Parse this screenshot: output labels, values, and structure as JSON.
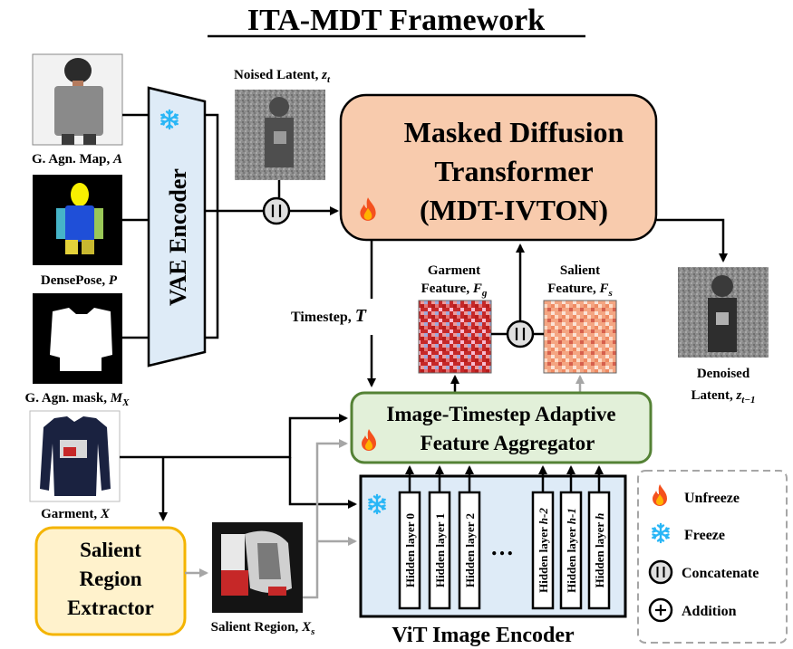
{
  "title": "ITA-MDT Framework",
  "inputs": {
    "agnostic_map": {
      "label": "G. Agn. Map, ",
      "symbol": "A"
    },
    "densepose": {
      "label": "DensePose, ",
      "symbol": "P"
    },
    "agnostic_mask": {
      "label": "G. Agn. mask, ",
      "symbol": "M",
      "sub": "X"
    },
    "garment": {
      "label": "Garment, ",
      "symbol": "X"
    },
    "salient_region": {
      "label": "Salient Region, ",
      "symbol": "X",
      "sub": "s"
    }
  },
  "vae_encoder": {
    "label": "VAE Encoder"
  },
  "noised_latent": {
    "label": "Noised Latent, ",
    "symbol": "z",
    "sub": "t"
  },
  "mdt": {
    "line1": "Masked Diffusion",
    "line2": "Transformer",
    "line3": "(MDT-IVTON)"
  },
  "denoised_latent": {
    "line1": "Denoised",
    "line2": "Latent, ",
    "symbol": "z",
    "sub": "t−1"
  },
  "timestep": {
    "label": "Timestep, ",
    "symbol": "T"
  },
  "garment_feature": {
    "line1": "Garment",
    "line2": "Feature, ",
    "symbol": "F",
    "sub": "g"
  },
  "salient_feature": {
    "line1": "Salient",
    "line2": "Feature, ",
    "symbol": "F",
    "sub": "s"
  },
  "aggregator": {
    "line1": "Image-Timestep Adaptive",
    "line2": "Feature Aggregator"
  },
  "salient_extractor": {
    "line1": "Salient",
    "line2": "Region",
    "line3": "Extractor"
  },
  "vit": {
    "label": "ViT Image Encoder",
    "layers": [
      "Hidden layer 0",
      "Hidden layer 1",
      "Hidden layer 2",
      "Hidden layer ",
      "Hidden layer ",
      "Hidden layer "
    ],
    "layer_suffixes": [
      "",
      "",
      "",
      "h-2",
      "h-1",
      "h"
    ],
    "ellipsis": "…"
  },
  "legend": {
    "unfreeze": "Unfreeze",
    "freeze": "Freeze",
    "concatenate": "Concatenate",
    "addition": "Addition"
  },
  "colors": {
    "mdt_fill": "#f8cbad",
    "aggregator_fill": "#e2f0d9",
    "aggregator_border": "#548235",
    "extractor_fill": "#fff2cc",
    "extractor_border": "#f4b400",
    "vit_fill": "#deebf7",
    "vae_fill": "#deebf7",
    "flame": "#f4511e",
    "snowflake": "#29b6f6",
    "gray_arrow": "#a6a6a6"
  },
  "icons": [
    "flame-icon",
    "snowflake-icon",
    "concat-icon",
    "addition-icon"
  ]
}
